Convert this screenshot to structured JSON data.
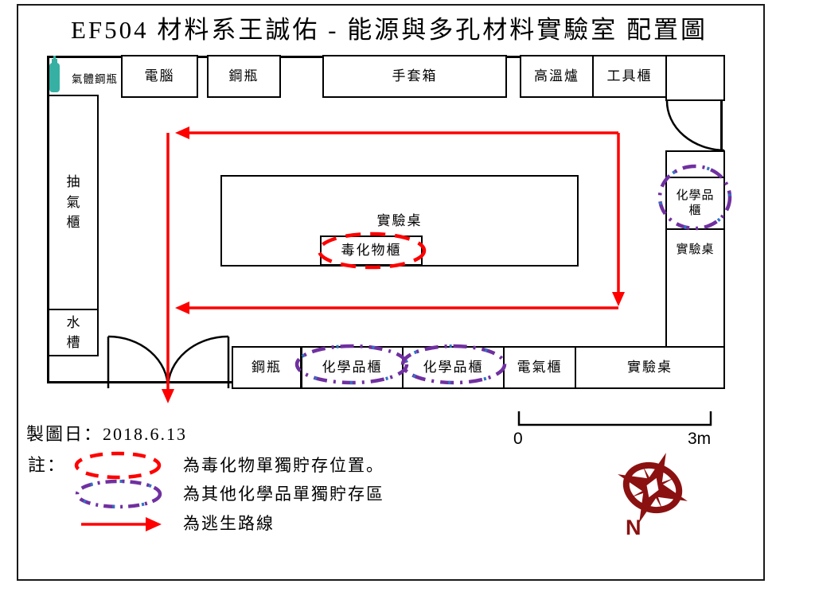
{
  "title": "EF504 材料系王誠佑 - 能源與多孔材料實驗室 配置圖",
  "plan": {
    "gas_cylinder_label": "氣體鋼瓶",
    "top_row": [
      {
        "label": "電腦"
      },
      {
        "label": "鋼瓶"
      },
      {
        "label": "手套箱"
      },
      {
        "label": "高溫爐"
      },
      {
        "label": "工具櫃"
      }
    ],
    "left_column": [
      {
        "label": "抽氣櫃"
      },
      {
        "label": "水槽"
      }
    ],
    "right_column": [
      {
        "label": "化學品櫃"
      },
      {
        "label": "實驗桌"
      }
    ],
    "island": {
      "bench_label": "實驗桌",
      "toxic_label": "毒化物櫃"
    },
    "bottom_row": [
      {
        "label": "鋼瓶"
      },
      {
        "label": "化學品櫃"
      },
      {
        "label": "化學品櫃"
      },
      {
        "label": "電氣櫃"
      },
      {
        "label": "實驗桌"
      }
    ]
  },
  "scale_bar": {
    "start": "0",
    "end": "3m"
  },
  "legend": {
    "date": "製圖日：2018.6.13",
    "note": "註：",
    "items": [
      {
        "text": "為毒化物單獨貯存位置。"
      },
      {
        "text": "為其他化學品單獨貯存區"
      },
      {
        "text": "為逃生路線"
      }
    ]
  },
  "compass": {
    "label": "N"
  },
  "colors": {
    "route_red": "#FF0000",
    "toxic_ellipse_red": "#FF0000",
    "chemical_ellipse_purple": "#7030A0",
    "chemical_ellipse_blue_dot": "#2E75C6",
    "gas_cylinder_teal": "#35B0A2",
    "compass_dark_red": "#8B1111",
    "wall_black": "#000000"
  }
}
